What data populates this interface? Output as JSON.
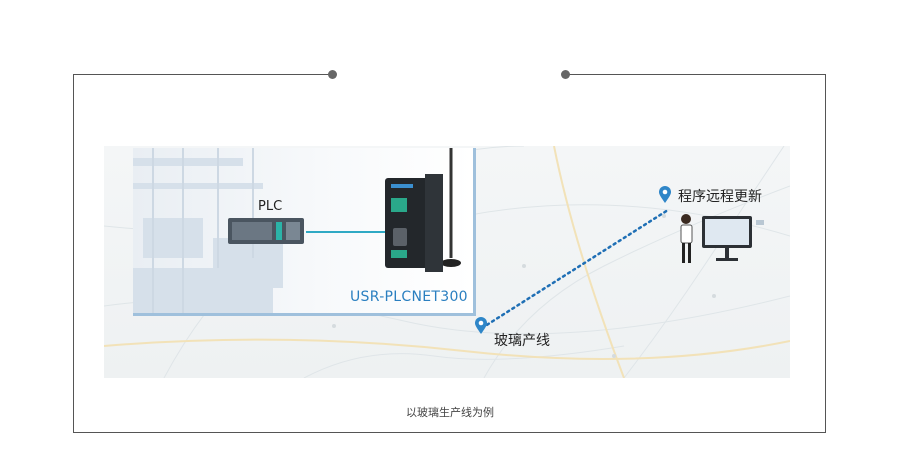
{
  "labels": {
    "plc": "PLC",
    "device": "USR-PLCNET300",
    "remote_update": "程序远程更新",
    "glass_line": "玻璃产线"
  },
  "caption": "以玻璃生产线为例",
  "colors": {
    "frame": "#555555",
    "accent": "#2a7fc0",
    "dotted_link": "#1f6fb5",
    "pin": "#2f86c8"
  },
  "icons": {
    "pin": "location-pin-icon"
  }
}
